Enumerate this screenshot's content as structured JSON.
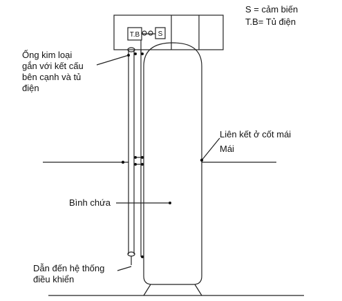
{
  "legend": {
    "line1": "S = cảm biến",
    "line2": "T.B= Tủ điện"
  },
  "box_labels": {
    "tb": "T.B",
    "s": "S"
  },
  "labels": {
    "pipe": "Ống  kim  loại\ngắn với kết cấu\nbên cạnh và tủ\nđiện",
    "connection": "Liên kết ở cốt mái",
    "roof": "Mái",
    "vessel": "Bình chứa",
    "control": "Dẫn đến hệ thống\nđiều khiển"
  }
}
